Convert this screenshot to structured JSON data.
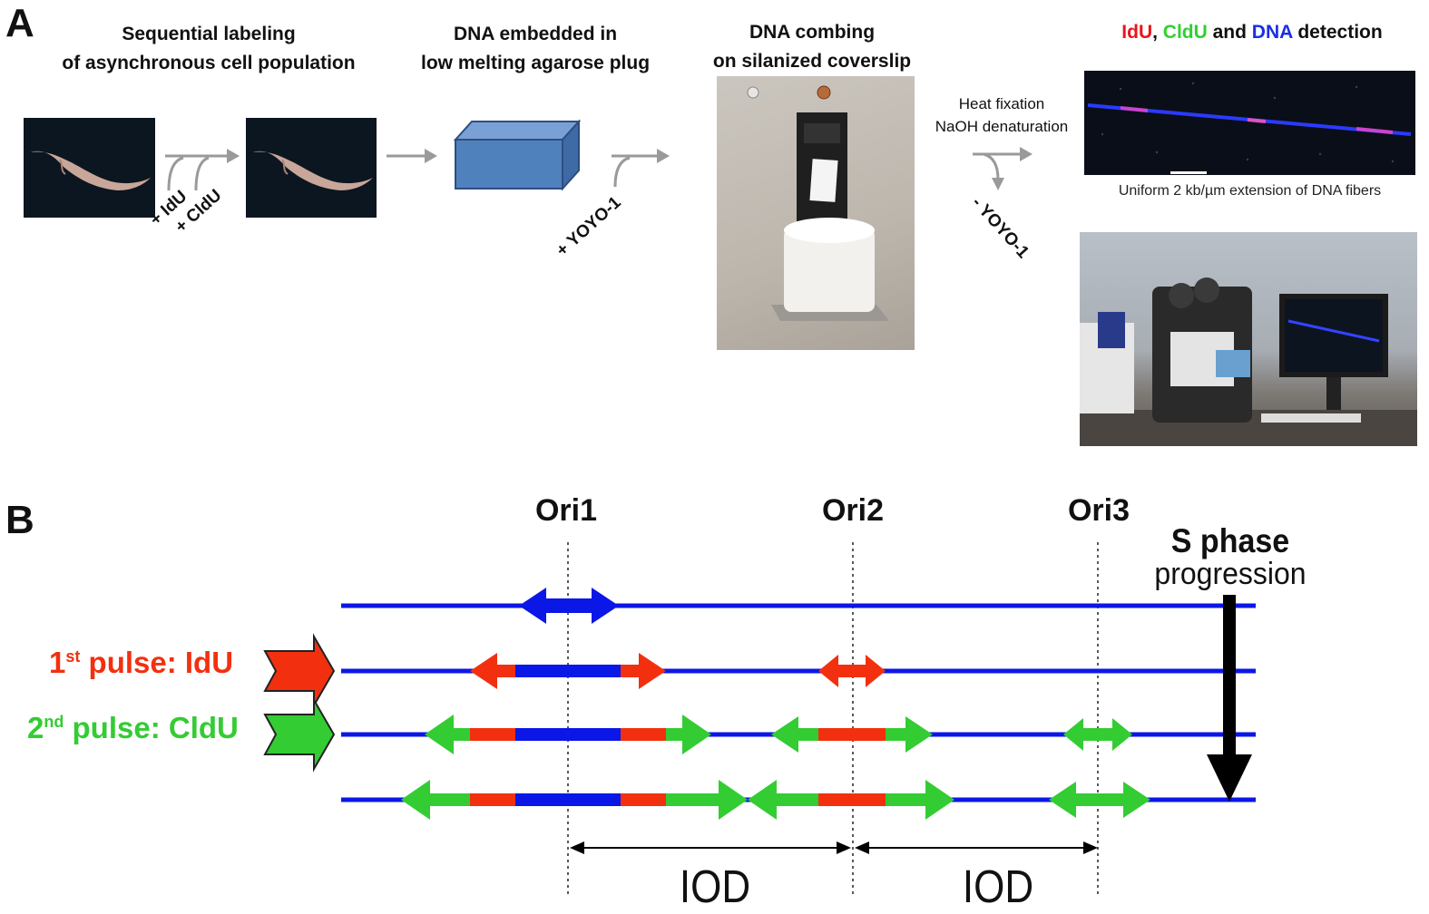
{
  "panel_a": {
    "letter": "A",
    "step1_title_line1": "Sequential labeling",
    "step1_title_line2": "of asynchronous cell population",
    "label_idu": "+ IdU",
    "label_cldu": "+ CldU",
    "step2_title_line1": "DNA embedded in",
    "step2_title_line2": "low melting agarose plug",
    "label_add_yoyo": "+ YOYO-1",
    "step3_title_line1": "DNA combing",
    "step3_title_line2": "on silanized coverslip",
    "heat_fixation": "Heat fixation",
    "naoh_denaturation": "NaOH denaturation",
    "label_remove_yoyo": "- YOYO-1",
    "detection_title": [
      {
        "text": "IdU",
        "color": "#e8151b"
      },
      {
        "text": ", ",
        "color": "#111111"
      },
      {
        "text": "CldU",
        "color": "#2fd12f"
      },
      {
        "text": " and ",
        "color": "#111111"
      },
      {
        "text": "DNA",
        "color": "#1a2ee6"
      },
      {
        "text": " detection",
        "color": "#111111"
      }
    ],
    "fiber_caption": "Uniform 2 kb/µm extension of DNA fibers"
  },
  "panel_b": {
    "letter": "B",
    "origins": [
      "Ori1",
      "Ori2",
      "Ori3"
    ],
    "pulse1_prefix": "1",
    "pulse1_sup": "st",
    "pulse1_text": " pulse: IdU",
    "pulse2_prefix": "2",
    "pulse2_sup": "nd",
    "pulse2_text": " pulse: CldU",
    "sphase_title": "S phase",
    "sphase_sub": "progression",
    "iod_label": "IOD"
  },
  "colors": {
    "dna_blue": "#0b17e6",
    "idu_red": "#f2300f",
    "cldu_green": "#33cc33",
    "idu_text": "#f2300f",
    "cldu_text": "#33cc33",
    "arrow_gray": "#9a9a9a",
    "plug_fill": "#4f81bd"
  }
}
